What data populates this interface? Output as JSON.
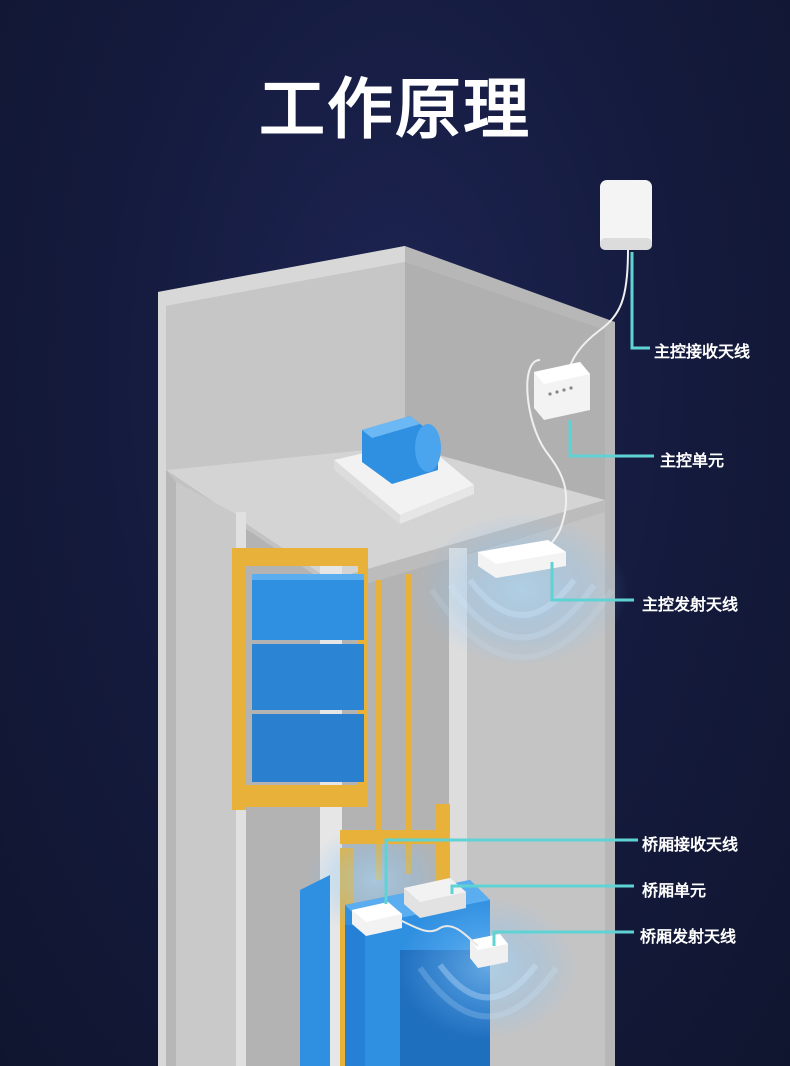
{
  "title": "工作原理",
  "labels": {
    "main_receive_antenna": "主控接收天线",
    "main_unit": "主控单元",
    "main_transmit_antenna": "主控发射天线",
    "car_receive_antenna": "桥厢接收天线",
    "car_unit": "桥厢单元",
    "car_transmit_antenna": "桥厢发射天线"
  },
  "colors": {
    "background": "#141a3c",
    "leader_line": "#5fd3d3",
    "elevator_blue": "#2f8fe0",
    "rail_yellow": "#e8b23a",
    "shaft_gray": "#c9c9c9"
  }
}
